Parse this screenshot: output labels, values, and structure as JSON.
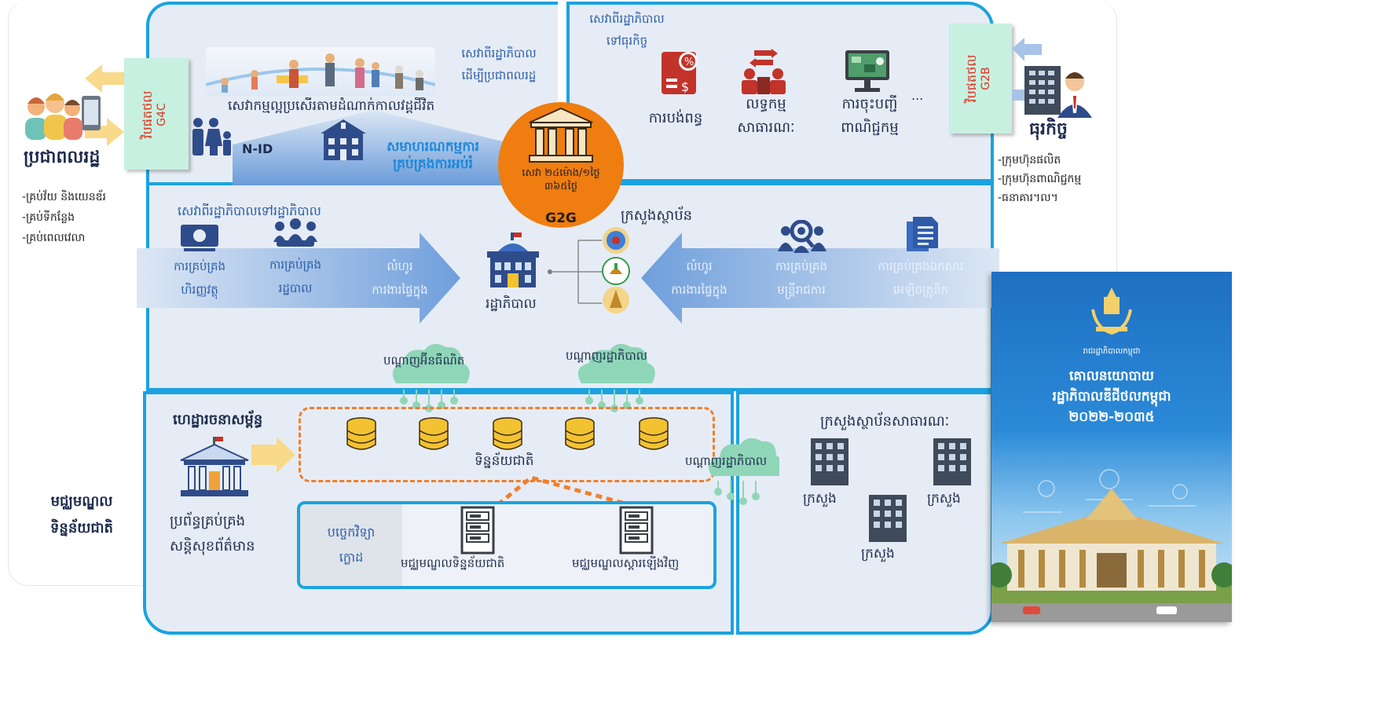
{
  "citizens": {
    "title": "ប្រជាពលរដ្ឋ",
    "bullets": [
      "-គ្រប់វ័យ និងយេនឌ័រ",
      "-គ្រប់ទីកន្លែង",
      "-គ្រប់ពេលវេលា"
    ],
    "portal_kh": "វិបផតថល",
    "portal_code": "G4C"
  },
  "business": {
    "title": "ធុរកិច្ច",
    "bullets": [
      "-ក្រុមហ៊ុនផលិត",
      "-ក្រុមហ៊ុនពាណិជ្ជកម្ម",
      "-ធនាគារ។ល។"
    ],
    "portal_kh": "វិបផតថល",
    "portal_code": "G2B"
  },
  "g4c_panel": {
    "heading_line1": "សេវាពីរដ្ឋាភិបាល",
    "heading_line2": "ដើម្បីប្រជាពលរដ្ឋ",
    "life_events": "សេវាកម្មល្អប្រសើរតាមដំណាក់កាលវដ្តជីវិត",
    "nid": "N-ID",
    "education_line1": "សមាហរណកម្មការ",
    "education_line2": "គ្រប់គ្រងការអប់រំ"
  },
  "g2b_panel": {
    "heading_line1": "សេវាពីរដ្ឋាភិបាល",
    "heading_line2": "ទៅធុរកិច្ច",
    "items": [
      {
        "line1": "ការបង់ពន្ធ",
        "line2": ""
      },
      {
        "line1": "លទ្ធកម្ម",
        "line2": "សាធារណៈ"
      },
      {
        "line1": "ការចុះបញ្ជី",
        "line2": "ពាណិជ្ជកម្ម"
      }
    ],
    "ellipsis": "..."
  },
  "hub": {
    "line1": "សេវា ២៤ម៉ោង/១ថ្ងៃ",
    "line2": "៣៦៥ថ្ងៃ",
    "code": "G2G",
    "color": "#ef7d10"
  },
  "g2g_panel": {
    "heading": "សេវាពីរដ្ឋាភិបាលទៅរដ្ឋាភិបាល",
    "left_items": [
      {
        "line1": "ការគ្រប់គ្រង",
        "line2": "ហិរញ្ញវត្ថុ"
      },
      {
        "line1": "ការគ្រប់គ្រង",
        "line2": "រដ្ឋបាល"
      },
      {
        "line1": "លំហូរ",
        "line2": "ការងារផ្ទៃក្នុង"
      }
    ],
    "government": "រដ្ឋាភិបាល",
    "ministries": "ក្រសួងស្ថាប័ន",
    "right_items": [
      {
        "line1": "លំហូរ",
        "line2": "ការងារផ្ទៃក្នុង"
      },
      {
        "line1": "ការគ្រប់គ្រង",
        "line2": "មន្ត្រីរាជការ"
      },
      {
        "line1": "ការគ្រប់គ្រងឯកសារ",
        "line2": "អេឡិចត្រូនិក"
      }
    ],
    "cloud_internet": "បណ្តាញអ៊ីនធឺណិត",
    "cloud_gov": "បណ្តាញរដ្ឋាភិបាល"
  },
  "data_center": {
    "side_label_line1": "មជ្ឈមណ្ឌល",
    "side_label_line2": "ទិន្នន័យជាតិ",
    "infrastructure": "ហេដ្ឋារចនាសម្ព័ន្ធ",
    "security_line1": "ប្រព័ន្ធគ្រប់គ្រង",
    "security_line2": "សន្តិសុខព័ត៌មាន",
    "national_data": "ទិន្នន័យជាតិ",
    "cloud_tech_line1": "បច្ចេកវិទ្យា",
    "cloud_tech_line2": "ក្លោដ",
    "ndc": "មជ្ឈមណ្ឌលទិន្នន័យជាតិ",
    "drc": "មជ្ឈមណ្ឌលស្តារឡើងវិញ",
    "cloud_gov": "បណ្តាញរដ្ឋាភិបាល"
  },
  "public_inst": {
    "heading": "ក្រសួងស្ថាប័នសាធារណៈ",
    "labels": [
      "ក្រសួង",
      "ក្រសួង",
      "ក្រសួង"
    ]
  },
  "book": {
    "org": "រាជរដ្ឋាភិបាលកម្ពុជា",
    "title_line1": "គោលនយោបាយ",
    "title_line2": "រដ្ឋាភិបាលឌីជីថលកម្ពុជា",
    "title_line3": "២០២២-២០៣៥"
  },
  "colors": {
    "panel_border": "#1aa3e0",
    "panel_fill": "#e6ecf5",
    "hub": "#ef7d10",
    "portal_fill": "#c8f0e0",
    "portal_text": "#e0301e",
    "cloud": "#8fd6b8",
    "db": "#f2c230",
    "dashed": "#f07f2a"
  }
}
